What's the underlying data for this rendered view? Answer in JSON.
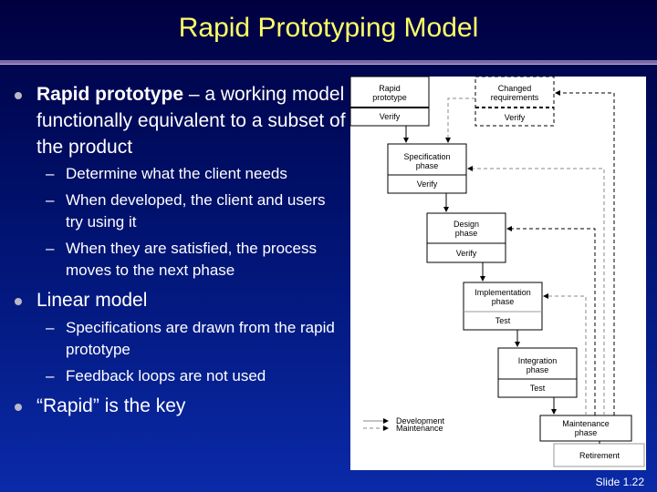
{
  "title": "Rapid Prototyping Model",
  "bullets": [
    {
      "bold": "Rapid prototype",
      "text": " – a working model functionally equivalent to a subset of the product",
      "subs": [
        "Determine what the client needs",
        "When developed, the client and users try using it",
        "When they are satisfied, the process moves to the next phase"
      ]
    },
    {
      "text": "Linear model",
      "subs": [
        "Specifications are drawn from the rapid prototype",
        "Feedback loops are not used"
      ]
    },
    {
      "text": "“Rapid” is the key"
    }
  ],
  "diagram": {
    "rapid_prototype": [
      "Rapid",
      "prototype",
      "Verify"
    ],
    "changed_requirements": [
      "Changed",
      "requirements",
      "Verify"
    ],
    "specification": [
      "Specification",
      "phase",
      "Verify"
    ],
    "design": [
      "Design",
      "phase",
      "Verify"
    ],
    "implementation": [
      "Implementation",
      "phase",
      "Test"
    ],
    "integration": [
      "Integration",
      "phase",
      "Test"
    ],
    "maintenance": [
      "Maintenance",
      "phase"
    ],
    "retirement": "Retirement",
    "legend": [
      "Development",
      "Maintenance"
    ]
  },
  "slide_number": "Slide 1.22",
  "colors": {
    "title": "#ffff66",
    "background": "#0a2aa8"
  }
}
